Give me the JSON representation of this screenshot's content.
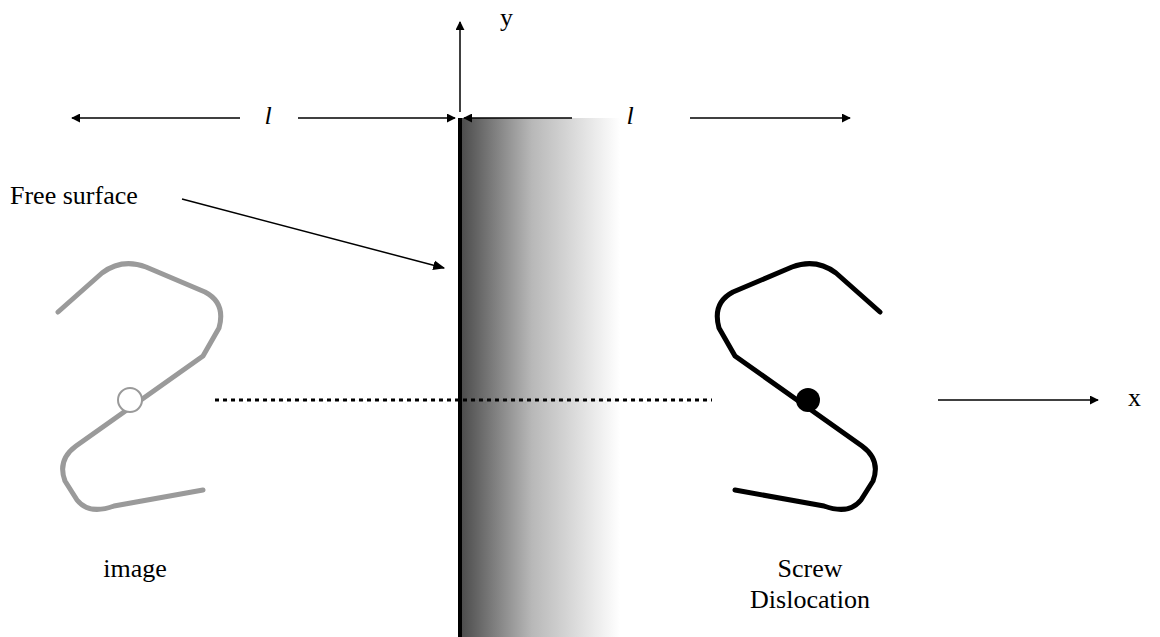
{
  "diagram": {
    "labels": [
      "y",
      "l",
      "l",
      "Free surface",
      "x",
      "image",
      "Screw Dislocation"
    ]
  }
}
